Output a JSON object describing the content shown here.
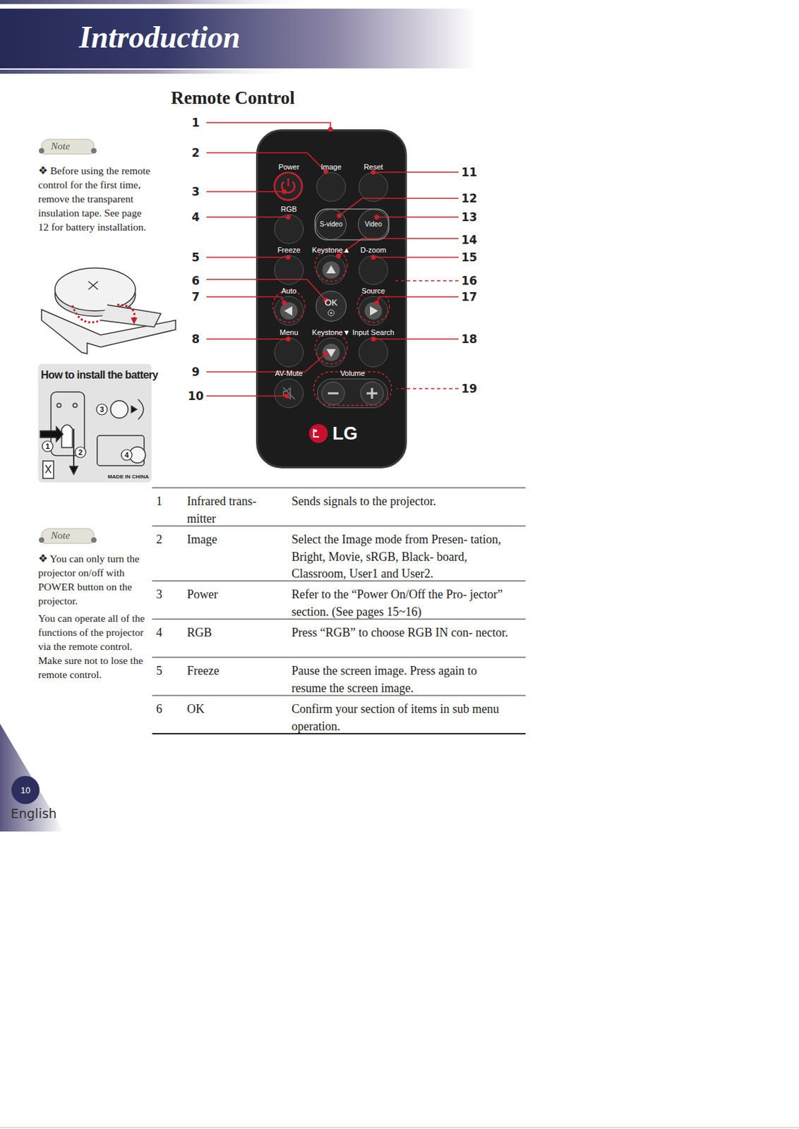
{
  "diagram": {
    "title": "Remote Control",
    "nodes": [
      {
        "text": [
          "Introduction"
        ]
      },
      {
        "text": [
          "LG"
        ]
      },
      {
        "text": [
          "Power"
        ],
        "in": 1
      },
      {
        "text": [
          "Image"
        ],
        "in": 1
      },
      {
        "text": [
          "Reset"
        ],
        "in": 1
      },
      {
        "text": [
          "RGB"
        ],
        "in": 1
      },
      {
        "text": [
          "S-video"
        ],
        "in": 1
      },
      {
        "text": [
          "Video"
        ],
        "in": 1
      },
      {
        "text": [
          "Freeze"
        ],
        "in": 1
      },
      {
        "text": [
          "Keystone▲"
        ],
        "in": 1
      },
      {
        "text": [
          "D-zoom"
        ],
        "in": 1
      },
      {
        "text": [
          "Auto"
        ],
        "in": 1
      },
      {
        "text": [
          "OK"
        ],
        "in": 1
      },
      {
        "text": [
          "Source"
        ],
        "in": 1
      },
      {
        "text": [
          "Menu"
        ],
        "in": 1
      },
      {
        "text": [
          "Keystone▼"
        ],
        "in": 1
      },
      {
        "text": [
          "Input Search"
        ],
        "in": 1
      },
      {
        "text": [
          "AV-Mute"
        ],
        "in": 1
      },
      {
        "text": [
          "Volume"
        ],
        "in": 1
      },
      {
        "text": [
          "How to install the battery",
          "MADE IN CHINA"
        ]
      },
      {
        "text": [
          "10"
        ]
      }
    ],
    "labels": [
      "1",
      "2",
      "3",
      "4",
      "5",
      "6",
      "7",
      "8",
      "9",
      "10",
      "11",
      "12",
      "13",
      "14",
      "15",
      "16",
      "17",
      "18",
      "19",
      "Note",
      "❖ Before using the remote control for the first time, remove the transparent insulation tape. See page 12 for battery installation.",
      "Note",
      "❖ You can only turn the projector on/off with POWER button on the projector.",
      "You can operate all of the functions of the projector via the remote control. Make sure not to lose the remote control.",
      "1",
      "Infrared trans- mitter",
      "Sends signals to the projector.",
      "2",
      "Image",
      "Select the Image mode from Presen- tation, Bright, Movie, sRGB, Black- board, Classroom, User1 and User2.",
      "3",
      "Power",
      "Refer to the “Power On/Off the Pro- jector” section. (See pages 15~16)",
      "4",
      "RGB",
      "Press “RGB” to choose RGB IN con- nector.",
      "5",
      "Freeze",
      "Pause the screen image. Press again to resume the screen image.",
      "6",
      "OK",
      "Confirm your section of items in sub menu operation.",
      "English",
      "1",
      "2",
      "3",
      "4"
    ]
  }
}
